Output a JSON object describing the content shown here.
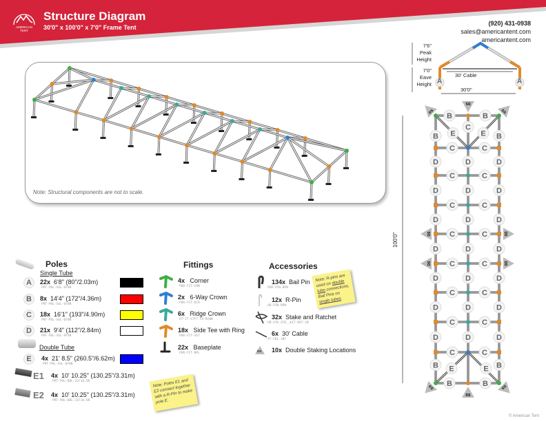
{
  "header": {
    "title": "Structure Diagram",
    "subtitle": "30'0\" x 100'0\" x 7'0\" Frame Tent",
    "logo_text": "AMERICAN TENT",
    "phone": "(920) 431-0938",
    "email": "sales@americantent.com",
    "website": "americantent.com"
  },
  "colors": {
    "brand": "#d4233a",
    "corner": "#3cb043",
    "crown": "#2f7fd0",
    "ridge": "#3aa89a",
    "tee": "#e08a2a"
  },
  "elevation": {
    "peak_height": "7'6\"",
    "peak_label_1": "Peak",
    "peak_label_2": "Height",
    "eave_height": "7'0\"",
    "eave_label_1": "Eave",
    "eave_label_2": "Height",
    "cable": "30' Cable",
    "width": "30'0\"",
    "leg_label": "A"
  },
  "note_3d": "Note: Structural components are not to scale.",
  "length_label": "100'0\"",
  "poles": {
    "title": "Poles",
    "single_tube": "Single Tube",
    "double_tube": "Double Tube",
    "items": [
      {
        "letter": "A",
        "qty": "22x",
        "size": "6'8\" (80\"/2.03m)",
        "code": "PRT-POL-SGL-6F8N",
        "color": "#000000"
      },
      {
        "letter": "B",
        "qty": "8x",
        "size": "14'4\" (172\"/4.36m)",
        "code": "PRT-POL-SGL-6F8N",
        "color": "#ff0000"
      },
      {
        "letter": "C",
        "qty": "18x",
        "size": "16'1\" (193\"/4.90m)",
        "code": "PRT-POL-SGL-6F8N",
        "color": "#ffff00"
      },
      {
        "letter": "D",
        "qty": "21x",
        "size": "9'4\" (112\"/2.84m)",
        "code": "PRT-POL-SGL-9F4N",
        "color": "#ffffff"
      },
      {
        "letter": "E",
        "qty": "4x",
        "size": "21' 8.5\" (260.5\"/6.62m)",
        "code": "PRT-POL-SGL-6F8N",
        "color": "#0000ff"
      },
      {
        "letter": "E1",
        "qty": "4x",
        "size": "10' 10.25\" (130.25\"/3.31m)",
        "code": "PRT-POL-DBL-21F10.5N"
      },
      {
        "letter": "E2",
        "qty": "4x",
        "size": "10' 10.25\" (130.25\"/3.31m)",
        "code": "PRT-POL-DBL-21F10.5N"
      }
    ]
  },
  "fittings": {
    "title": "Fittings",
    "items": [
      {
        "qty": "4x",
        "name": "Corner",
        "code": "PUR-FIT-CRN"
      },
      {
        "qty": "2x",
        "name": "6-Way Crown",
        "code": "PUR-FIT-6CR"
      },
      {
        "qty": "6x",
        "name": "Ridge Crown",
        "code": "AT-IT-STFT-FR-RCWN"
      },
      {
        "qty": "18x",
        "name": "Side Tee with Ring",
        "code": "PUR-FIT-4ST"
      },
      {
        "qty": "22x",
        "name": "Baseplate",
        "code": "PUR-FIT-BPL"
      }
    ]
  },
  "accessories": {
    "title": "Accessories",
    "items": [
      {
        "qty": "134x",
        "name": "Bail Pin",
        "code": "PUR-PIN-BPN"
      },
      {
        "qty": "12x",
        "name": "R-Pin",
        "code": "UR-PIN-RPN"
      },
      {
        "qty": "32x",
        "name": "Stake and Ratchet",
        "code": "UR-STK-STD__KIT-RAT-2N"
      },
      {
        "qty": "6x",
        "name": "30' Cable",
        "code": "AT-CBL-30F"
      },
      {
        "qty": "10x",
        "name": "Double Staking Locations",
        "icon": "DS"
      }
    ]
  },
  "notes": {
    "rpin_1": "Note: R-pins are",
    "rpin_2": "used on ",
    "rpin_2u": "double tube",
    "rpin_3": "connections, Bail",
    "rpin_4": "Pins on ",
    "rpin_4u": "single tubes",
    "rpin_4e": ".",
    "e1e2": "Note: Poles E1 and E2 connect together with a R-Pin to make pole E."
  },
  "copyright": "© American Tent"
}
